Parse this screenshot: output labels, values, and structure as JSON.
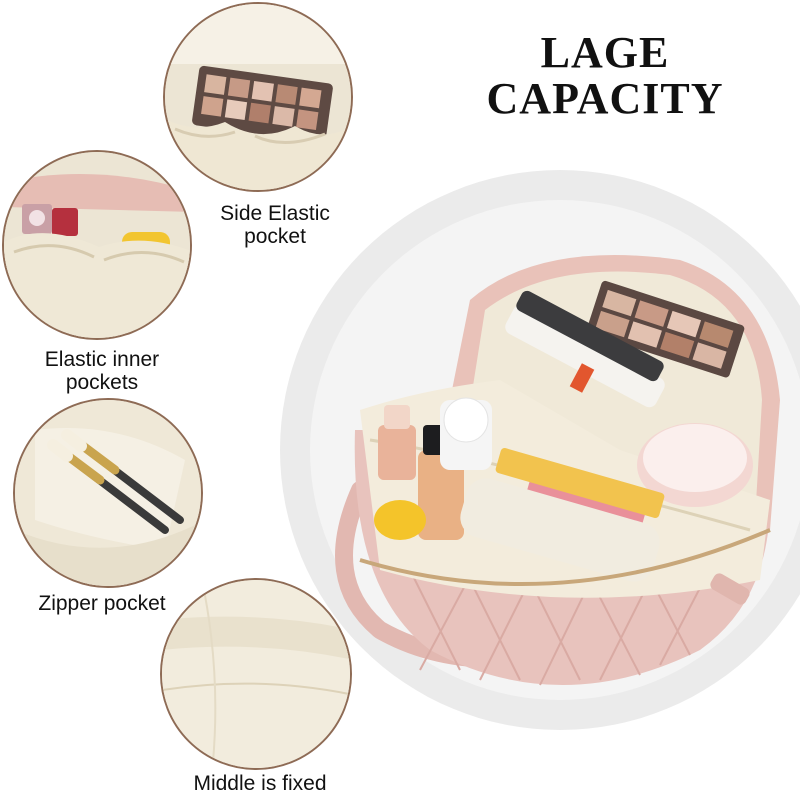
{
  "headline": {
    "line1": "LAGE",
    "line2": "CAPACITY"
  },
  "features": [
    {
      "label_line1": "Side Elastic",
      "label_line2": "pocket"
    },
    {
      "label_line1": "Elastic inner",
      "label_line2": "pockets"
    },
    {
      "label_line1": "Zipper pocket"
    },
    {
      "label_line1": "Middle is fixed"
    }
  ],
  "colors": {
    "bag_pink": "#e8c3bd",
    "lining_cream": "#f1ead9",
    "circle_border": "#8e6b55"
  }
}
